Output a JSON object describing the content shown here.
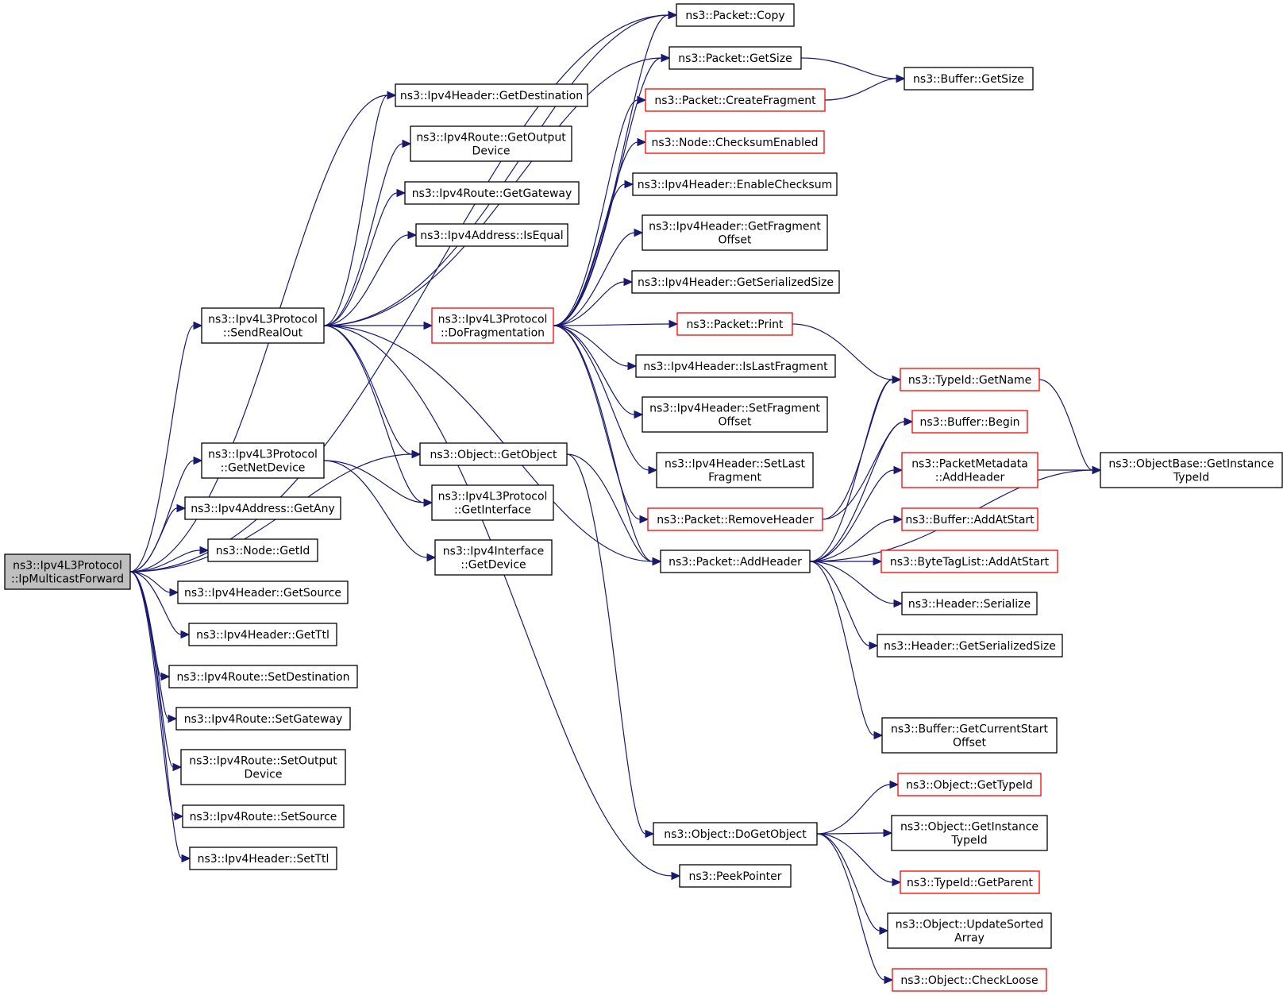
{
  "colors": {
    "edge": "#191970",
    "red_border": "#ff0000",
    "black_border": "#000000",
    "root_fill": "#bfbfbf"
  },
  "nodes": [
    {
      "id": "root",
      "lines": [
        "ns3::Ipv4L3Protocol",
        "::IpMulticastForward"
      ],
      "border": "black",
      "root": true
    },
    {
      "id": "sendrealout",
      "lines": [
        "ns3::Ipv4L3Protocol",
        "::SendRealOut"
      ],
      "border": "black"
    },
    {
      "id": "getnetdevice",
      "lines": [
        "ns3::Ipv4L3Protocol",
        "::GetNetDevice"
      ],
      "border": "black"
    },
    {
      "id": "addr_getany",
      "lines": [
        "ns3::Ipv4Address::GetAny"
      ],
      "border": "black"
    },
    {
      "id": "node_getid",
      "lines": [
        "ns3::Node::GetId"
      ],
      "border": "black"
    },
    {
      "id": "hdr_getsource",
      "lines": [
        "ns3::Ipv4Header::GetSource"
      ],
      "border": "black"
    },
    {
      "id": "hdr_getttl",
      "lines": [
        "ns3::Ipv4Header::GetTtl"
      ],
      "border": "black"
    },
    {
      "id": "route_setdest",
      "lines": [
        "ns3::Ipv4Route::SetDestination"
      ],
      "border": "black"
    },
    {
      "id": "route_setgw",
      "lines": [
        "ns3::Ipv4Route::SetGateway"
      ],
      "border": "black"
    },
    {
      "id": "route_setoutdev",
      "lines": [
        "ns3::Ipv4Route::SetOutput",
        "Device"
      ],
      "border": "black"
    },
    {
      "id": "route_setsource",
      "lines": [
        "ns3::Ipv4Route::SetSource"
      ],
      "border": "black"
    },
    {
      "id": "hdr_setttl",
      "lines": [
        "ns3::Ipv4Header::SetTtl"
      ],
      "border": "black"
    },
    {
      "id": "hdr_getdest",
      "lines": [
        "ns3::Ipv4Header::GetDestination"
      ],
      "border": "black"
    },
    {
      "id": "route_getoutdev",
      "lines": [
        "ns3::Ipv4Route::GetOutput",
        "Device"
      ],
      "border": "black"
    },
    {
      "id": "route_getgw",
      "lines": [
        "ns3::Ipv4Route::GetGateway"
      ],
      "border": "black"
    },
    {
      "id": "addr_isequal",
      "lines": [
        "ns3::Ipv4Address::IsEqual"
      ],
      "border": "black"
    },
    {
      "id": "dofrag",
      "lines": [
        "ns3::Ipv4L3Protocol",
        "::DoFragmentation"
      ],
      "border": "red"
    },
    {
      "id": "obj_getobject",
      "lines": [
        "ns3::Object::GetObject"
      ],
      "border": "black"
    },
    {
      "id": "getinterface",
      "lines": [
        "ns3::Ipv4L3Protocol",
        "::GetInterface"
      ],
      "border": "black"
    },
    {
      "id": "iface_getdevice",
      "lines": [
        "ns3::Ipv4Interface",
        "::GetDevice"
      ],
      "border": "black"
    },
    {
      "id": "pkt_copy",
      "lines": [
        "ns3::Packet::Copy"
      ],
      "border": "black"
    },
    {
      "id": "pkt_getsize",
      "lines": [
        "ns3::Packet::GetSize"
      ],
      "border": "black"
    },
    {
      "id": "pkt_createfrag",
      "lines": [
        "ns3::Packet::CreateFragment"
      ],
      "border": "red"
    },
    {
      "id": "node_checksum",
      "lines": [
        "ns3::Node::ChecksumEnabled"
      ],
      "border": "red"
    },
    {
      "id": "hdr_enablechecksum",
      "lines": [
        "ns3::Ipv4Header::EnableChecksum"
      ],
      "border": "black"
    },
    {
      "id": "hdr_getfragoffset",
      "lines": [
        "ns3::Ipv4Header::GetFragment",
        "Offset"
      ],
      "border": "black"
    },
    {
      "id": "hdr_getsersize",
      "lines": [
        "ns3::Ipv4Header::GetSerializedSize"
      ],
      "border": "black"
    },
    {
      "id": "pkt_print",
      "lines": [
        "ns3::Packet::Print"
      ],
      "border": "red"
    },
    {
      "id": "hdr_islastfrag",
      "lines": [
        "ns3::Ipv4Header::IsLastFragment"
      ],
      "border": "black"
    },
    {
      "id": "hdr_setfragoffset",
      "lines": [
        "ns3::Ipv4Header::SetFragment",
        "Offset"
      ],
      "border": "black"
    },
    {
      "id": "hdr_setlastfrag",
      "lines": [
        "ns3::Ipv4Header::SetLast",
        "Fragment"
      ],
      "border": "black"
    },
    {
      "id": "pkt_removeheader",
      "lines": [
        "ns3::Packet::RemoveHeader"
      ],
      "border": "red"
    },
    {
      "id": "pkt_addheader",
      "lines": [
        "ns3::Packet::AddHeader"
      ],
      "border": "black"
    },
    {
      "id": "obj_dogetobject",
      "lines": [
        "ns3::Object::DoGetObject"
      ],
      "border": "black"
    },
    {
      "id": "peekpointer",
      "lines": [
        "ns3::PeekPointer"
      ],
      "border": "black"
    },
    {
      "id": "buf_getsize",
      "lines": [
        "ns3::Buffer::GetSize"
      ],
      "border": "black"
    },
    {
      "id": "typeid_getname",
      "lines": [
        "ns3::TypeId::GetName"
      ],
      "border": "red"
    },
    {
      "id": "buf_begin",
      "lines": [
        "ns3::Buffer::Begin"
      ],
      "border": "red"
    },
    {
      "id": "pktmeta_addheader",
      "lines": [
        "ns3::PacketMetadata",
        "::AddHeader"
      ],
      "border": "red"
    },
    {
      "id": "buf_addatstart",
      "lines": [
        "ns3::Buffer::AddAtStart"
      ],
      "border": "red"
    },
    {
      "id": "bytetag_addatstart",
      "lines": [
        "ns3::ByteTagList::AddAtStart"
      ],
      "border": "red"
    },
    {
      "id": "header_serialize",
      "lines": [
        "ns3::Header::Serialize"
      ],
      "border": "black"
    },
    {
      "id": "header_getsersize",
      "lines": [
        "ns3::Header::GetSerializedSize"
      ],
      "border": "black"
    },
    {
      "id": "buf_getcurstart",
      "lines": [
        "ns3::Buffer::GetCurrentStart",
        "Offset"
      ],
      "border": "black"
    },
    {
      "id": "objbase_getinst",
      "lines": [
        "ns3::ObjectBase::GetInstance",
        "TypeId"
      ],
      "border": "black"
    },
    {
      "id": "obj_gettypeid",
      "lines": [
        "ns3::Object::GetTypeId"
      ],
      "border": "red"
    },
    {
      "id": "obj_getinst",
      "lines": [
        "ns3::Object::GetInstance",
        "TypeId"
      ],
      "border": "black"
    },
    {
      "id": "typeid_getparent",
      "lines": [
        "ns3::TypeId::GetParent"
      ],
      "border": "red"
    },
    {
      "id": "obj_updatesorted",
      "lines": [
        "ns3::Object::UpdateSorted",
        "Array"
      ],
      "border": "black"
    },
    {
      "id": "obj_checkloose",
      "lines": [
        "ns3::Object::CheckLoose"
      ],
      "border": "red"
    }
  ],
  "edges": [
    [
      "root",
      "sendrealout"
    ],
    [
      "root",
      "getnetdevice"
    ],
    [
      "root",
      "addr_getany"
    ],
    [
      "root",
      "node_getid"
    ],
    [
      "root",
      "hdr_getsource"
    ],
    [
      "root",
      "hdr_getttl"
    ],
    [
      "root",
      "route_setdest"
    ],
    [
      "root",
      "route_setgw"
    ],
    [
      "root",
      "route_setoutdev"
    ],
    [
      "root",
      "route_setsource"
    ],
    [
      "root",
      "hdr_setttl"
    ],
    [
      "root",
      "hdr_getdest"
    ],
    [
      "root",
      "pkt_copy"
    ],
    [
      "root",
      "obj_getobject"
    ],
    [
      "sendrealout",
      "hdr_getdest"
    ],
    [
      "sendrealout",
      "route_getoutdev"
    ],
    [
      "sendrealout",
      "route_getgw"
    ],
    [
      "sendrealout",
      "addr_isequal"
    ],
    [
      "sendrealout",
      "dofrag"
    ],
    [
      "sendrealout",
      "obj_getobject"
    ],
    [
      "sendrealout",
      "getinterface"
    ],
    [
      "sendrealout",
      "pkt_copy"
    ],
    [
      "sendrealout",
      "pkt_getsize"
    ],
    [
      "sendrealout",
      "pkt_addheader"
    ],
    [
      "sendrealout",
      "peekpointer"
    ],
    [
      "getnetdevice",
      "getinterface"
    ],
    [
      "getnetdevice",
      "iface_getdevice"
    ],
    [
      "dofrag",
      "pkt_copy"
    ],
    [
      "dofrag",
      "pkt_getsize"
    ],
    [
      "dofrag",
      "pkt_createfrag"
    ],
    [
      "dofrag",
      "node_checksum"
    ],
    [
      "dofrag",
      "hdr_enablechecksum"
    ],
    [
      "dofrag",
      "hdr_getfragoffset"
    ],
    [
      "dofrag",
      "hdr_getsersize"
    ],
    [
      "dofrag",
      "pkt_print"
    ],
    [
      "dofrag",
      "hdr_islastfrag"
    ],
    [
      "dofrag",
      "hdr_setfragoffset"
    ],
    [
      "dofrag",
      "hdr_setlastfrag"
    ],
    [
      "dofrag",
      "pkt_removeheader"
    ],
    [
      "dofrag",
      "pkt_addheader"
    ],
    [
      "obj_getobject",
      "obj_dogetobject"
    ],
    [
      "obj_getobject",
      "pkt_addheader"
    ],
    [
      "pkt_getsize",
      "buf_getsize"
    ],
    [
      "pkt_createfrag",
      "buf_getsize"
    ],
    [
      "pkt_print",
      "typeid_getname"
    ],
    [
      "pkt_removeheader",
      "typeid_getname"
    ],
    [
      "pkt_removeheader",
      "buf_begin"
    ],
    [
      "pkt_addheader",
      "typeid_getname"
    ],
    [
      "pkt_addheader",
      "buf_begin"
    ],
    [
      "pkt_addheader",
      "pktmeta_addheader"
    ],
    [
      "pkt_addheader",
      "buf_addatstart"
    ],
    [
      "pkt_addheader",
      "bytetag_addatstart"
    ],
    [
      "pkt_addheader",
      "header_serialize"
    ],
    [
      "pkt_addheader",
      "header_getsersize"
    ],
    [
      "pkt_addheader",
      "buf_getcurstart"
    ],
    [
      "pkt_addheader",
      "objbase_getinst"
    ],
    [
      "pktmeta_addheader",
      "objbase_getinst"
    ],
    [
      "typeid_getname",
      "objbase_getinst"
    ],
    [
      "obj_dogetobject",
      "obj_gettypeid"
    ],
    [
      "obj_dogetobject",
      "obj_getinst"
    ],
    [
      "obj_dogetobject",
      "typeid_getparent"
    ],
    [
      "obj_dogetobject",
      "obj_updatesorted"
    ],
    [
      "obj_dogetobject",
      "obj_checkloose"
    ]
  ]
}
